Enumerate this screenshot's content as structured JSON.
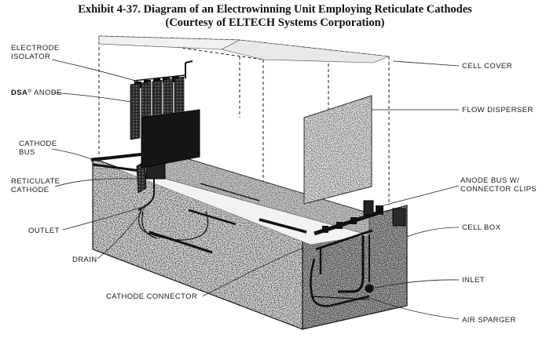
{
  "exhibit": {
    "title_line1": "Exhibit 4-37. Diagram of an Electrowinning Unit Employing Reticulate Cathodes",
    "title_line2": "(Courtesy of ELTECH Systems Corporation)"
  },
  "labels": {
    "electrode_isolator_line1": "ELECTRODE",
    "electrode_isolator_line2": "ISOLATOR",
    "dsa_anode_prefix": "DSA",
    "dsa_anode_reg": "®",
    "dsa_anode_suffix": " ANODE",
    "cathode_bus_line1": "CATHODE",
    "cathode_bus_line2": "BUS",
    "reticulate_cathode_line1": "RETICULATE",
    "reticulate_cathode_line2": "CATHODE",
    "outlet": "OUTLET",
    "drain": "DRAIN",
    "cathode_connector": "CATHODE CONNECTOR",
    "cell_cover": "CELL COVER",
    "flow_disperser": "FLOW DISPERSER",
    "anode_bus_line1": "ANODE BUS W/",
    "anode_bus_line2": "CONNECTOR CLIPS",
    "cell_box": "CELL BOX",
    "inlet": "INLET",
    "air_sparger": "AIR SPARGER"
  }
}
